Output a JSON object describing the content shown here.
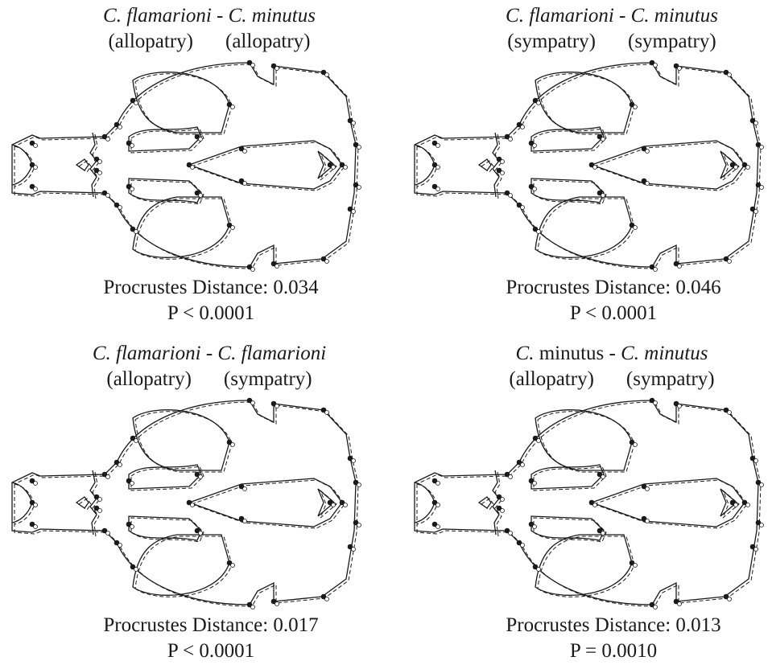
{
  "panels": [
    {
      "species_a": "C. flamarioni",
      "species_a_italic": true,
      "separator": " - ",
      "species_b": "C. minutus",
      "species_b_italic": true,
      "condition_a": "(allopatry)",
      "condition_b": "(allopatry)",
      "distance_label": "Procrustes Distance: 0.034",
      "p_value": "P < 0.0001"
    },
    {
      "species_a": "C. flamarioni",
      "species_a_italic": true,
      "separator": " - ",
      "species_b": "C. minutus",
      "species_b_italic": true,
      "condition_a": "(sympatry)",
      "condition_b": "(sympatry)",
      "distance_label": "Procrustes Distance: 0.046",
      "p_value": "P < 0.0001"
    },
    {
      "species_a": "C. flamarioni",
      "species_a_italic": true,
      "separator": " - ",
      "species_b": "C. flamarioni",
      "species_b_italic": true,
      "condition_a": "(allopatry)",
      "condition_b": "(sympatry)",
      "distance_label": "Procrustes Distance: 0.017",
      "p_value": "P < 0.0001"
    },
    {
      "species_a_genus": "C.",
      "species_a_epithet": " minutus",
      "separator": " - ",
      "species_b": "C. minutus",
      "species_b_italic": true,
      "condition_a": "(allopatry)",
      "condition_b": "(sympatry)",
      "distance_label": "Procrustes Distance: 0.013",
      "p_value": "P = 0.0010"
    }
  ]
}
